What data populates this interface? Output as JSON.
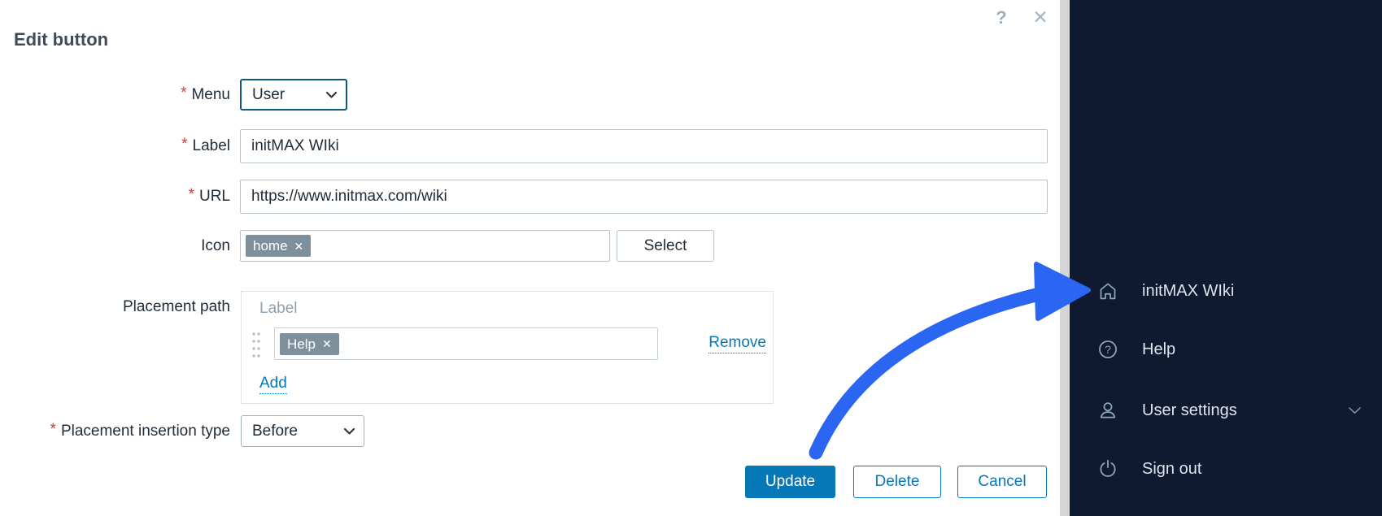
{
  "dialog": {
    "title": "Edit button",
    "help_icon": "?",
    "close_icon": "✕",
    "required_marker": "*",
    "fields": {
      "menu": {
        "label": "Menu",
        "value": "User"
      },
      "label": {
        "label": "Label",
        "value": "initMAX WIki"
      },
      "url": {
        "label": "URL",
        "value": "https://www.initmax.com/wiki"
      },
      "icon": {
        "label": "Icon",
        "chip_label": "home",
        "chip_remove": "✕",
        "select_button": "Select"
      },
      "placement_path": {
        "label": "Placement path",
        "column_header": "Label",
        "chip_label": "Help",
        "chip_remove": "✕",
        "remove_link": "Remove",
        "add_link": "Add"
      },
      "insertion_type": {
        "label": "Placement insertion type",
        "value": "Before"
      }
    },
    "buttons": {
      "update": "Update",
      "delete": "Delete",
      "cancel": "Cancel"
    }
  },
  "sidebar": {
    "items": [
      {
        "label": "initMAX WIki",
        "icon": "home-icon"
      },
      {
        "label": "Help",
        "icon": "question-icon"
      },
      {
        "label": "User settings",
        "icon": "user-icon",
        "has_submenu": true
      },
      {
        "label": "Sign out",
        "icon": "power-icon"
      }
    ]
  },
  "annotation": {
    "type": "arrow",
    "color": "#2b66f2",
    "points_to": "initMAX WIki"
  },
  "colors": {
    "accent_blue": "#0678b8",
    "focus_border": "#0f5880",
    "required_red": "#d23b38",
    "chip_gray": "#7e909c",
    "sidebar_bg": "#0f1a30",
    "sidebar_text": "#dce4ee",
    "arrow_blue": "#2b66f2"
  }
}
